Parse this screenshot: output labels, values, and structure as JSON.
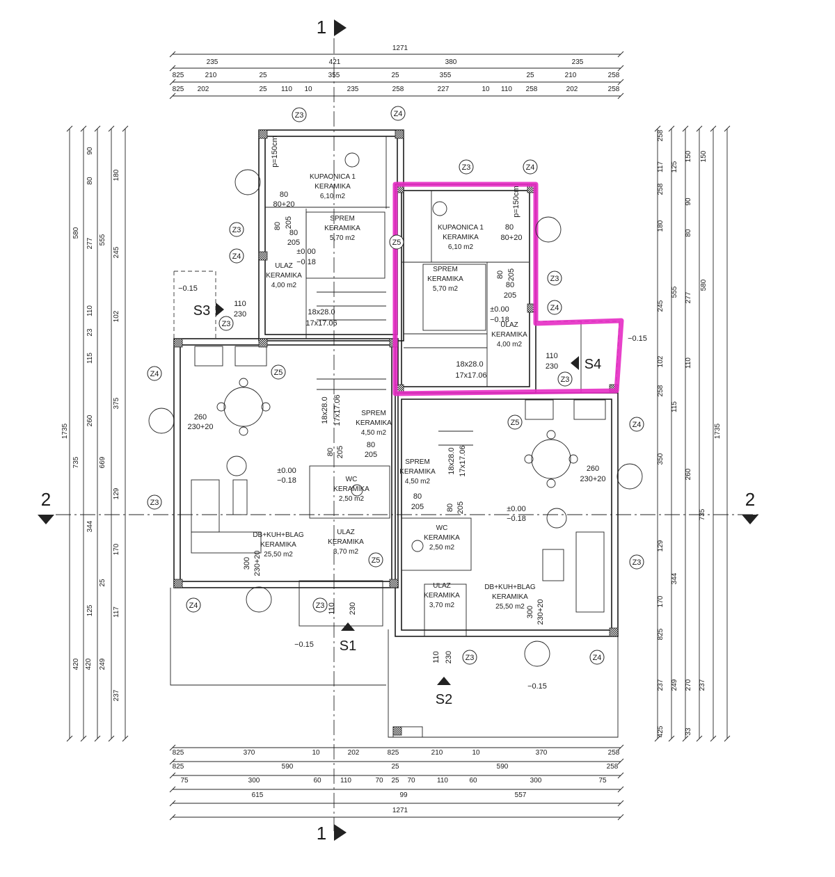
{
  "highlight_color": "#e62cc4",
  "marks": {
    "axis1_top": "1",
    "axis1_bottom": "1",
    "axis2_left": "2",
    "axis2_right": "2",
    "S1": "S1",
    "S2": "S2",
    "S3": "S3",
    "S4": "S4"
  },
  "dims": {
    "top": [
      [
        "1271"
      ],
      [
        "235",
        "421",
        "380",
        "235"
      ],
      [
        "825",
        "210",
        "25",
        "355",
        "25",
        "355",
        "25",
        "210",
        "258"
      ],
      [
        "825",
        "202",
        "25",
        "110",
        "10",
        "235",
        "258",
        "227",
        "10",
        "110",
        "258",
        "202",
        "258"
      ]
    ],
    "bottom": [
      [
        "825",
        "370",
        "10",
        "202",
        "825",
        "210",
        "10",
        "370",
        "258"
      ],
      [
        "825",
        "590",
        "25",
        "590",
        "258"
      ],
      [
        "75",
        "300",
        "60",
        "110",
        "70",
        "25",
        "70",
        "110",
        "60",
        "300",
        "75"
      ],
      [
        "615",
        "99",
        "557"
      ],
      [
        "1271"
      ]
    ],
    "left": [
      "1735",
      "580",
      "735",
      "420",
      "90",
      "80",
      "277",
      "110",
      "23",
      "115",
      "260",
      "344",
      "125",
      "420",
      "249",
      "555",
      "669",
      "25",
      "180",
      "245",
      "102",
      "375",
      "129",
      "170",
      "117",
      "237"
    ],
    "right": [
      "258",
      "117",
      "258",
      "180",
      "245",
      "102",
      "258",
      "350",
      "129",
      "170",
      "825",
      "237",
      "425",
      "125",
      "555",
      "115",
      "344",
      "249",
      "150",
      "90",
      "80",
      "277",
      "110",
      "260",
      "735",
      "270",
      "33",
      "150",
      "580",
      "1735",
      "237"
    ]
  },
  "tags": [
    "Z3",
    "Z4",
    "Z3",
    "Z4",
    "Z3",
    "Z5",
    "Z4",
    "Z3",
    "Z4",
    "Z3",
    "Z5",
    "Z3",
    "Z4",
    "Z5",
    "Z3",
    "Z4",
    "Z3",
    "Z5",
    "Z4",
    "Z3",
    "Z4",
    "Z3"
  ],
  "rooms": [
    {
      "name": "KUPAONICA 1",
      "floor": "KERAMIKA",
      "area": "6,10 m2"
    },
    {
      "name": "SPREM",
      "floor": "KERAMIKA",
      "area": "5,70 m2"
    },
    {
      "name": "ULAZ",
      "floor": "KERAMIKA",
      "area": "4,00 m2"
    },
    {
      "name": "SPREM",
      "floor": "KERAMIKA",
      "area": "4,50 m2"
    },
    {
      "name": "WC",
      "floor": "KERAMIKA",
      "area": "2,50 m2"
    },
    {
      "name": "DB+KUH+BLAG",
      "floor": "KERAMIKA",
      "area": "25,50 m2"
    },
    {
      "name": "ULAZ",
      "floor": "KERAMIKA",
      "area": "3,70 m2"
    },
    {
      "name": "KUPAONICA 1",
      "floor": "KERAMIKA",
      "area": "6,10 m2"
    },
    {
      "name": "SPREM",
      "floor": "KERAMIKA",
      "area": "5,70 m2"
    },
    {
      "name": "ULAZ",
      "floor": "KERAMIKA",
      "area": "4,00 m2"
    },
    {
      "name": "SPREM",
      "floor": "KERAMIKA",
      "area": "4,50 m2"
    },
    {
      "name": "WC",
      "floor": "KERAMIKA",
      "area": "2,50 m2"
    },
    {
      "name": "ULAZ",
      "floor": "KERAMIKA",
      "area": "3,70 m2"
    },
    {
      "name": "DB+KUH+BLAG",
      "floor": "KERAMIKA",
      "area": "25,50 m2"
    }
  ],
  "annotations": [
    "p=150cm",
    "80",
    "80+20",
    "80",
    "205",
    "80",
    "205",
    "±0.00",
    "−0.18",
    "−0.15",
    "110",
    "230",
    "18x28.0",
    "17x17.06",
    "18x28.0",
    "17x17.06",
    "80",
    "205",
    "260",
    "230+20",
    "±0.00",
    "−0.18",
    "80",
    "205",
    "300",
    "230+20",
    "110",
    "230",
    "−0.15",
    "p=150cm",
    "80",
    "80+20",
    "80",
    "205",
    "80",
    "205",
    "±0.00",
    "−0.18",
    "−0.15",
    "110",
    "230",
    "18x28.0",
    "17x17.06",
    "18x28.0",
    "17x17.06",
    "80",
    "205",
    "80",
    "205",
    "260",
    "230+20",
    "±0.00",
    "−0.18",
    "300",
    "230+20",
    "110",
    "230",
    "−0.15"
  ]
}
